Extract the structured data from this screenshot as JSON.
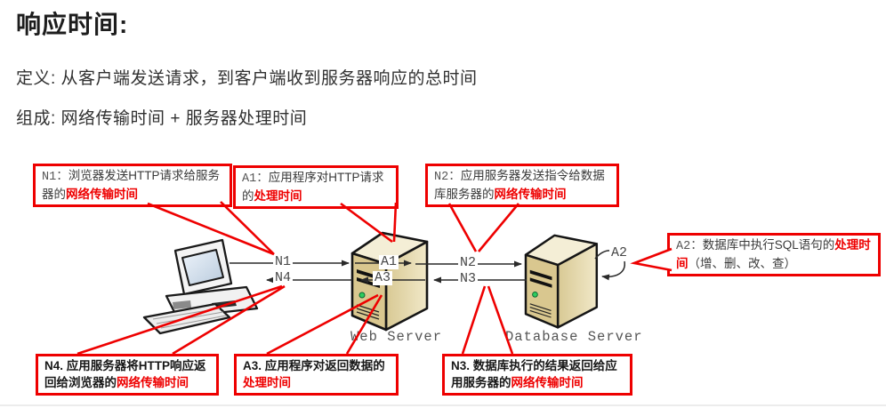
{
  "header": {
    "title": "响应时间:",
    "definition": "定义: 从客户端发送请求，到客户端收到服务器响应的总时间",
    "composition": "组成: 网络传输时间 + 服务器处理时间"
  },
  "diagram": {
    "nodes": {
      "web_server": "Web Server",
      "database_server": "Database Server"
    },
    "arrow_labels": {
      "n1": "N1",
      "n4": "N4",
      "a1": "A1",
      "a3": "A3",
      "n2": "N2",
      "n3": "N3",
      "a2": "A2"
    },
    "callouts": [
      {
        "id": "n1",
        "prefix": "N1：",
        "pre": "浏览器发送HTTP请求给服务器的",
        "highlight": "网络传输时间",
        "post": ""
      },
      {
        "id": "a1",
        "prefix": "A1：",
        "pre": "应用程序对HTTP请求的",
        "highlight": "处理时间",
        "post": ""
      },
      {
        "id": "n2",
        "prefix": "N2：",
        "pre": "应用服务器发送指令给数据库服务器的",
        "highlight": "网络传输时间",
        "post": ""
      },
      {
        "id": "a2",
        "prefix": "A2：",
        "pre": "数据库中执行SQL语句的",
        "highlight": "处理时间",
        "post": "（增、删、改、查）"
      },
      {
        "id": "n4",
        "prefix": "N4. ",
        "pre": "应用服务器将HTTP响应返回给浏览器的",
        "highlight": "网络传输时间",
        "post": ""
      },
      {
        "id": "a3",
        "prefix": "A3. ",
        "pre": "应用程序对返回数据的",
        "highlight": "处理时间",
        "post": ""
      },
      {
        "id": "n3",
        "prefix": "N3. ",
        "pre": "数据库执行的结果返回给应用服务器的",
        "highlight": "网络传输时间",
        "post": ""
      }
    ],
    "colors": {
      "accent_red": "#ee0000",
      "tower_tan": "#d9c78f",
      "tower_top": "#f4eed6",
      "screen_blue": "#cfe0ef",
      "led_green": "#2ecc5e",
      "arrow_black": "#2a2a2a"
    }
  }
}
